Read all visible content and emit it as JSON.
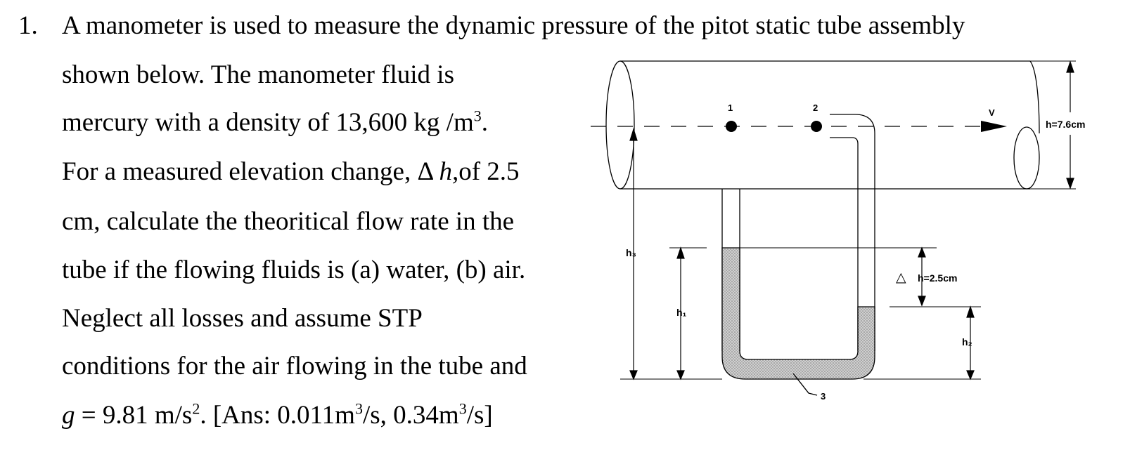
{
  "problem": {
    "number": "1.",
    "line1": "A manometer is used to measure the dynamic pressure of the pitot static tube assembly",
    "line2": "shown below. The manometer fluid is",
    "line3_a": "mercury with a density of 13,600 kg /m",
    "line3_sup": "3",
    "line3_b": ".",
    "line4_a": "For a measured elevation change, Δ ",
    "line4_h": "h,",
    "line4_b": "of  2.5",
    "line5": "cm, calculate the theoritical flow rate in the",
    "line6": "tube if the flowing fluids is (a) water, (b) air.",
    "line7": "Neglect all losses and assume STP",
    "line8": "conditions for the air flowing in the tube and",
    "line9_g": "g",
    "line9_a": " = 9.81 m/s",
    "line9_sup1": "2",
    "line9_b": ". [Ans: 0.011m",
    "line9_sup2": "3",
    "line9_c": "/s, 0.34m",
    "line9_sup3": "3",
    "line9_d": "/s]"
  },
  "figure": {
    "point1": "1",
    "point2": "2",
    "point3": "3",
    "velocity": "V",
    "h_tube": "h=7.6cm",
    "h1": "h₁",
    "h2": "h₂",
    "h3": "h₃",
    "dh_symbol": "△",
    "dh_value": "h=2.5cm"
  }
}
